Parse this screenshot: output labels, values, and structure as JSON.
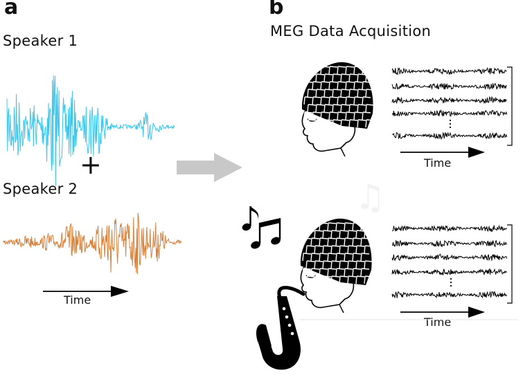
{
  "panel_a": {
    "letter": "a",
    "speaker1_label": "Speaker 1",
    "speaker2_label": "Speaker 2",
    "plus_sign": "+",
    "time_label": "Time",
    "speaker1_color": "#3cc7ea",
    "speaker2_color": "#d6803a"
  },
  "panel_b": {
    "letter": "b",
    "title": "MEG Data Acquisition",
    "time_label_top": "Time",
    "time_label_bottom": "Time",
    "ellipsis": "⋮"
  },
  "icons": {
    "arrow": "right-arrow-icon",
    "music": "music-notes-icon",
    "saxophone": "saxophone-icon",
    "head": "meg-helmet-head-icon"
  }
}
